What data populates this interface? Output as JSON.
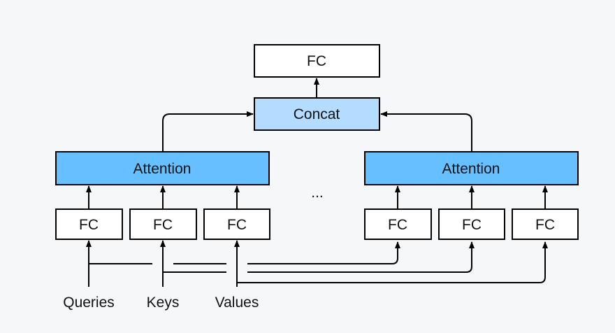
{
  "diagram": {
    "top_fc": "FC",
    "concat": "Concat",
    "attention_left": "Attention",
    "attention_right": "Attention",
    "ellipsis": "...",
    "left_fcs": [
      "FC",
      "FC",
      "FC"
    ],
    "right_fcs": [
      "FC",
      "FC",
      "FC"
    ],
    "inputs": {
      "queries": "Queries",
      "keys": "Keys",
      "values": "Values"
    }
  }
}
